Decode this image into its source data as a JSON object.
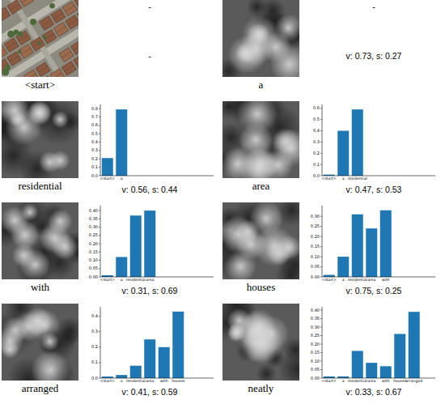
{
  "diagram": {
    "labels": [
      "<start>",
      "-",
      "-",
      "a",
      "-",
      "v: 0.73, s: 0.27",
      "residential",
      "0.0",
      "0.1",
      "0.2",
      "0.3",
      "0.4",
      "0.5",
      "0.6",
      "0.7",
      "0.8",
      "<start>",
      "a",
      "v: 0.56, s: 0.44",
      "area",
      "0.0",
      "0.1",
      "0.2",
      "0.3",
      "0.4",
      "0.5",
      "0.6",
      "<start>",
      "a",
      "residential",
      "v: 0.47, s: 0.53",
      "with",
      "0.00",
      "0.05",
      "0.10",
      "0.15",
      "0.20",
      "0.25",
      "0.30",
      "0.35",
      "0.40",
      "<start>",
      "a",
      "residential",
      "area",
      "v: 0.31, s: 0.69",
      "houses",
      "0.00",
      "0.05",
      "0.10",
      "0.15",
      "0.20",
      "0.25",
      "0.30",
      "<start>",
      "a",
      "residential",
      "area",
      "with",
      "v: 0.75, s: 0.25",
      "arranged",
      "0.0",
      "0.1",
      "0.2",
      "0.3",
      "0.4",
      "<start>",
      "a",
      "residential",
      "area",
      "with",
      "houses",
      "v: 0.41, s: 0.59",
      "neatly",
      "0.00",
      "0.05",
      "0.10",
      "0.15",
      "0.20",
      "0.25",
      "0.30",
      "0.35",
      "0.40",
      "<start>",
      "a",
      "residential",
      "area",
      "with",
      "houses",
      "arranged",
      "v: 0.33, s: 0.67"
    ]
  }
}
